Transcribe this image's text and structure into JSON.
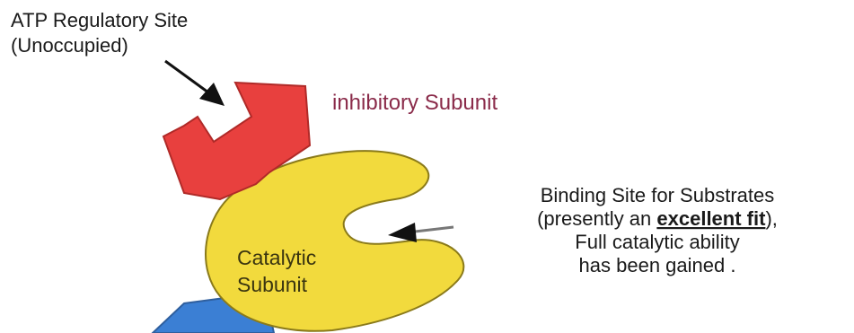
{
  "labels": {
    "atp_site_line1": "ATP Regulatory Site",
    "atp_site_line2": "(Unoccupied)",
    "inhibitory_subunit": "inhibitory Subunit",
    "catalytic_line1": "Catalytic",
    "catalytic_line2": "Subunit",
    "binding_line1": "Binding Site for Substrates",
    "binding_line2_pre": "(presently an ",
    "binding_line2_bold": "excellent fit",
    "binding_line2_post": "),",
    "binding_line3": "Full catalytic ability",
    "binding_line4": "has been gained ."
  },
  "colors": {
    "inhibitory": "#e8403e",
    "catalytic": "#f2da3d",
    "regulatory_blue": "#3b7fd4",
    "outline": "#8a7a1a"
  }
}
